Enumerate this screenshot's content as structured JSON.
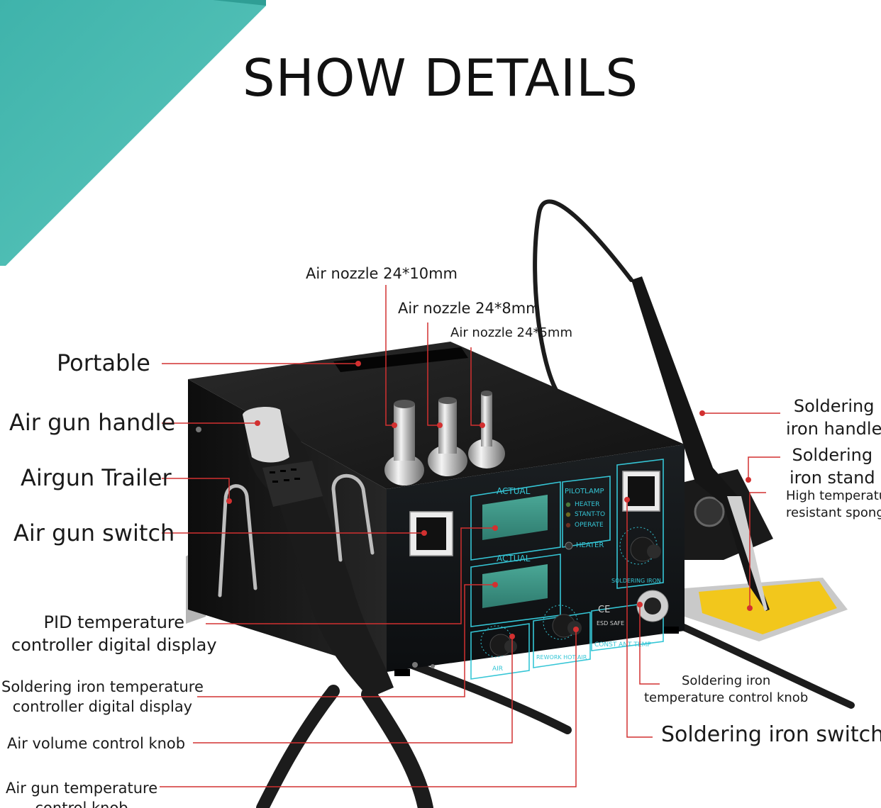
{
  "title": "SHOW DETAILS",
  "labels": {
    "portable": "Portable",
    "air_gun_handle": "Air gun handle",
    "airgun_trailer": "Airgun Trailer",
    "air_gun_switch": "Air gun switch",
    "pid_display": "PID temperature\ncontroller digital display",
    "iron_temp_display": "Soldering iron temperature\ncontroller digital display",
    "air_volume_knob": "Air volume control knob",
    "air_gun_temp_knob": "Air gun temperature\ncontrol knob",
    "nozzle_10": "Air nozzle 24*10mm",
    "nozzle_8": "Air nozzle 24*8mm",
    "nozzle_5": "Air nozzle 24*5mm",
    "iron_handle": "Soldering\niron handle",
    "iron_stand": "Soldering\niron stand",
    "sponge": "High temperature\nresistant sponge",
    "iron_knob": "Soldering iron\ntemperature control knob",
    "iron_switch": "Soldering iron switch"
  },
  "panel": {
    "actual_1": "ACTUAL",
    "actual_2": "ACTUAL",
    "pilotlamp": "PILOTLAMP",
    "heater": "HEATER",
    "stand_to": "STANT-TO",
    "operate": "OPERATE",
    "heater_btn": "HEATER",
    "soldering_iron": "SOLDERING IRON",
    "rework_hot_air": "REWORK HOT AIR",
    "air": "AIR",
    "constant_temp": "CONST ANT TEMP",
    "ce": "CE",
    "esd_safe": "ESD SAFE"
  },
  "colors": {
    "accent_teal": "#45b8ae",
    "leader_red": "#d23030",
    "panel_cyan": "#35c6d6",
    "display_green": "#3f9a88",
    "sponge_yellow": "#f2c71c"
  }
}
